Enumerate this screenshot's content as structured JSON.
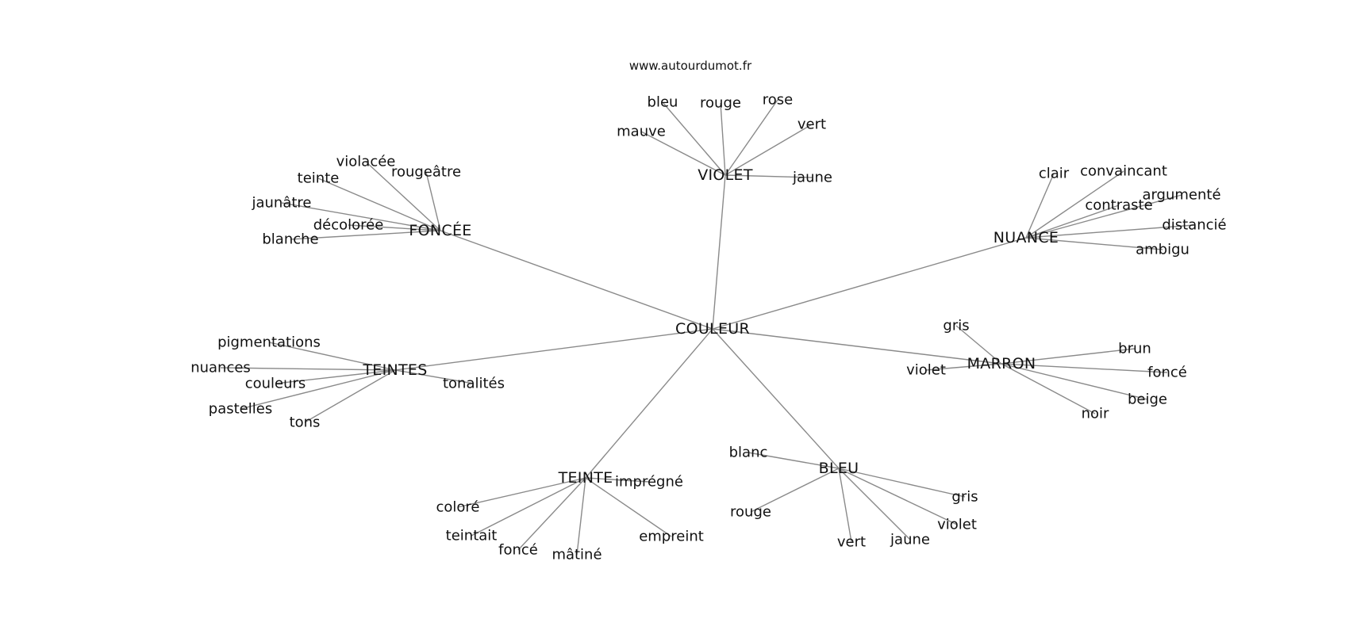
{
  "source": "www.autourdumot.fr",
  "center": "COULEUR",
  "clusters": [
    {
      "hub": "VIOLET",
      "words": [
        "bleu",
        "rouge",
        "rose",
        "vert",
        "mauve",
        "jaune"
      ]
    },
    {
      "hub": "FONCÉE",
      "words": [
        "violacée",
        "teinte",
        "rougeâtre",
        "jaunâtre",
        "décolorée",
        "blanche"
      ]
    },
    {
      "hub": "NUANCE",
      "words": [
        "clair",
        "convaincant",
        "argumenté",
        "contraste",
        "distancié",
        "ambigu"
      ]
    },
    {
      "hub": "TEINTES",
      "words": [
        "pigmentations",
        "nuances",
        "couleurs",
        "tonalités",
        "pastelles",
        "tons"
      ]
    },
    {
      "hub": "MARRON",
      "words": [
        "gris",
        "brun",
        "violet",
        "foncé",
        "beige",
        "noir"
      ]
    },
    {
      "hub": "TEINTE",
      "words": [
        "imprégné",
        "coloré",
        "teintait",
        "foncé",
        "mâtiné",
        "empreint"
      ]
    },
    {
      "hub": "BLEU",
      "words": [
        "blanc",
        "gris",
        "rouge",
        "violet",
        "vert",
        "jaune"
      ]
    }
  ]
}
